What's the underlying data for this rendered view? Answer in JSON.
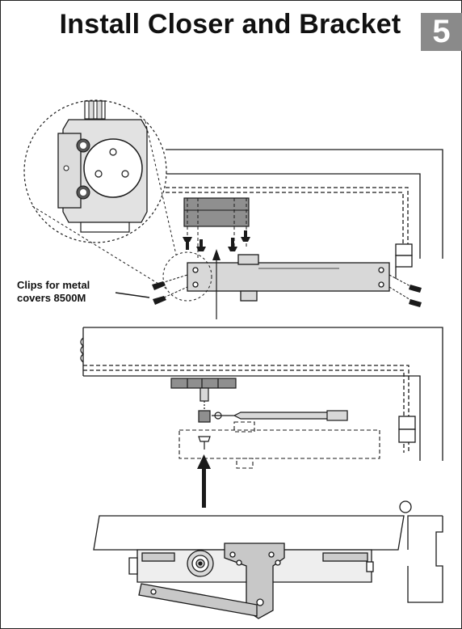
{
  "header": {
    "title": "Install Closer and Bracket",
    "step_number": "5"
  },
  "callouts": {
    "clips_line1": "Clips for metal",
    "clips_line2": "covers 8500M"
  },
  "colors": {
    "ink": "#1a1a1a",
    "part_fill": "#d2d2d2",
    "dark_fill": "#8f8f8f",
    "badge": "#8a8a8a"
  }
}
